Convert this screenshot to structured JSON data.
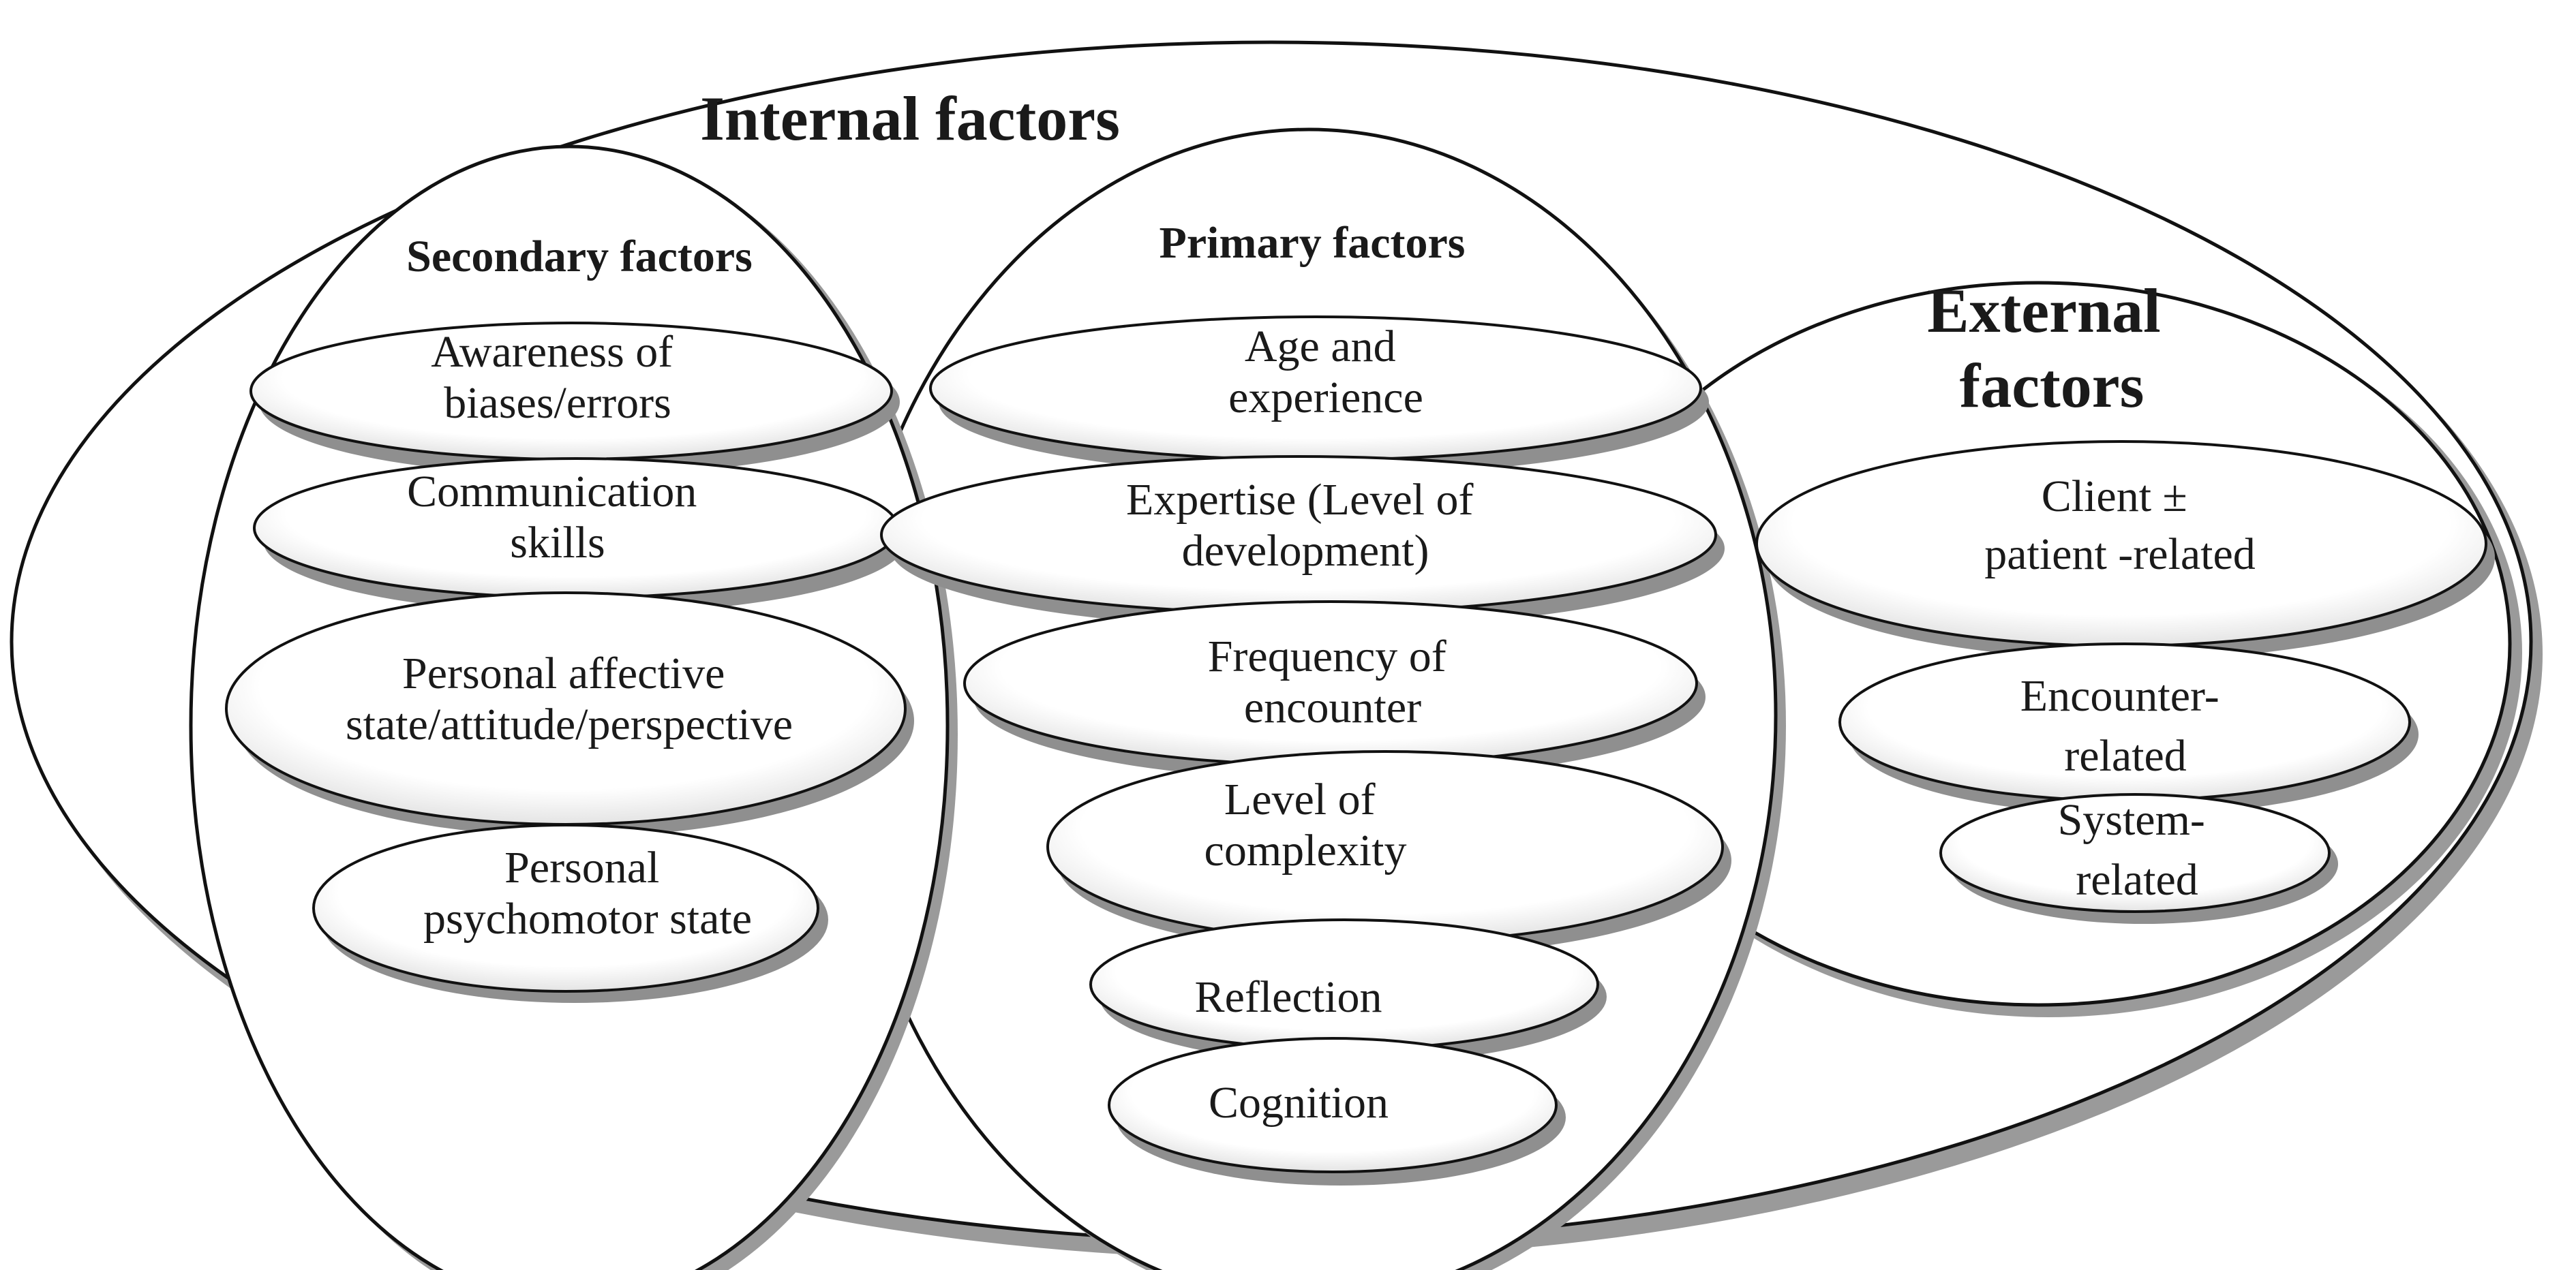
{
  "internal": {
    "title": "Internal factors",
    "secondary": {
      "title": "Secondary factors",
      "items": [
        {
          "lines": [
            "Awareness of",
            "biases/errors"
          ]
        },
        {
          "lines": [
            "Communication",
            "skills"
          ]
        },
        {
          "lines": [
            "Personal affective",
            "state/attitude/perspective"
          ]
        },
        {
          "lines": [
            "Personal",
            "psychomotor state"
          ]
        }
      ]
    },
    "primary": {
      "title": "Primary factors",
      "items": [
        {
          "lines": [
            "Age and",
            "experience"
          ]
        },
        {
          "lines": [
            "Expertise (Level of",
            "development)"
          ]
        },
        {
          "lines": [
            "Frequency of",
            "encounter"
          ]
        },
        {
          "lines": [
            "Level of",
            "complexity"
          ]
        },
        {
          "lines": [
            "Reflection"
          ]
        },
        {
          "lines": [
            "Cognition"
          ]
        }
      ]
    }
  },
  "external": {
    "title_lines": [
      "External",
      "factors"
    ],
    "items": [
      {
        "lines": [
          "Client ±",
          "patient -related"
        ]
      },
      {
        "lines": [
          "Encounter-",
          "related"
        ]
      },
      {
        "lines": [
          "System-",
          "related"
        ]
      }
    ]
  }
}
